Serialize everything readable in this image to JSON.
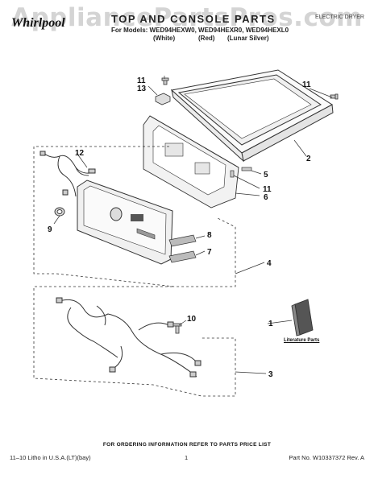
{
  "header": {
    "watermark": "AppliancePartsPros.com",
    "brand": "Whirlpool",
    "title": "TOP AND CONSOLE PARTS",
    "note": "ELECTRIC DRYER",
    "models": "For Models: WED94HEXW0, WED94HEXR0, WED94HEXL0",
    "colors": [
      "(White)",
      "(Red)",
      "(Lunar Silver)"
    ]
  },
  "callouts": {
    "c11a": "11",
    "c13": "13",
    "c11b": "11",
    "c2": "2",
    "c12": "12",
    "c5": "5",
    "c11c": "11",
    "c6": "6",
    "c9": "9",
    "c8": "8",
    "c7": "7",
    "c4": "4",
    "c10": "10",
    "c1": "1",
    "c3": "3"
  },
  "literature_label": "Literature Parts",
  "order_info": "FOR ORDERING INFORMATION REFER TO PARTS PRICE LIST",
  "footer": {
    "litho": "11–10 Litho in U.S.A.(LT)(bay)",
    "page": "1",
    "part_no": "Part No. W10337372 Rev. A"
  }
}
